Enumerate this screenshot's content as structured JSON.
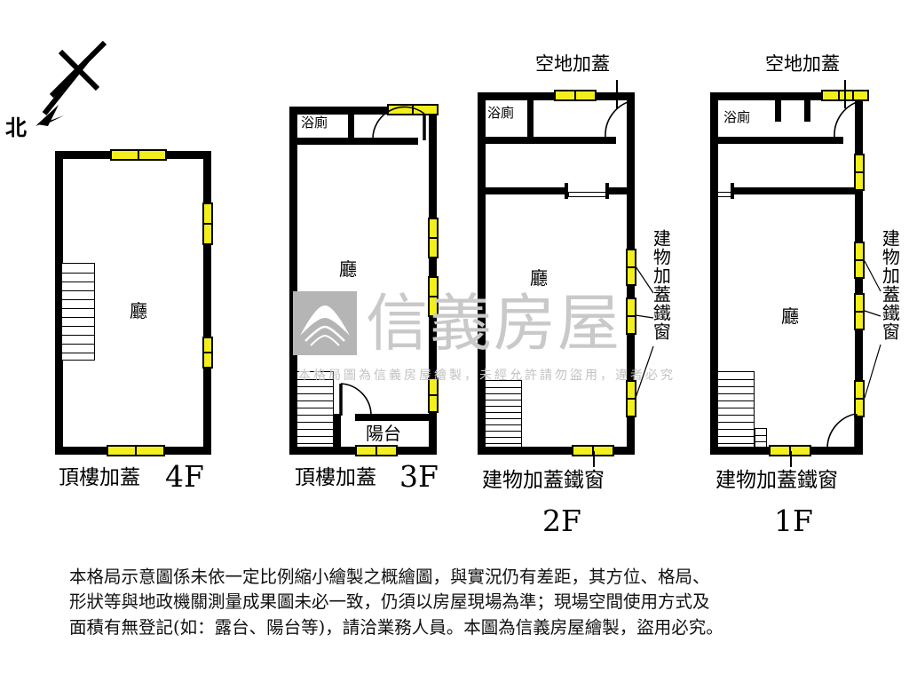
{
  "compass": {
    "north_label": "北",
    "icon": "north-arrow-icon"
  },
  "watermark": {
    "brand": "信義房屋",
    "logo": "sinyi-logo-icon",
    "notice": "本格局圖為信義房屋繪製，未經允許請勿盜用，違者必究"
  },
  "colors": {
    "wall": "#000000",
    "window": "#f2ef1c",
    "background": "#ffffff",
    "watermark": "#c9c9c9"
  },
  "floors": [
    {
      "id": "4f",
      "floor_number": "4F",
      "floor_name": "頂樓加蓋",
      "rooms": [
        {
          "name": "廳"
        }
      ],
      "annotations": [],
      "side_annotation": null
    },
    {
      "id": "3f",
      "floor_number": "3F",
      "floor_name": "頂樓加蓋",
      "rooms": [
        {
          "name": "浴廁"
        },
        {
          "name": "廳"
        },
        {
          "name": "陽台"
        }
      ],
      "annotations": [],
      "side_annotation": null
    },
    {
      "id": "2f",
      "floor_number": "2F",
      "floor_name": "建物加蓋鐵窗",
      "rooms": [
        {
          "name": "浴廁"
        },
        {
          "name": "廳"
        }
      ],
      "annotations": [
        {
          "text": "空地加蓋",
          "position": "top"
        }
      ],
      "side_annotation": "建物加蓋鐵窗"
    },
    {
      "id": "1f",
      "floor_number": "1F",
      "floor_name": "建物加蓋鐵窗",
      "rooms": [
        {
          "name": "浴廁"
        },
        {
          "name": "廳"
        }
      ],
      "annotations": [
        {
          "text": "空地加蓋",
          "position": "top"
        }
      ],
      "side_annotation": "建物加蓋鐵窗"
    }
  ],
  "disclaimer": {
    "line1": "本格局示意圖係未依一定比例縮小繪製之概繪圖，與實況仍有差距，其方位、格局、",
    "line2": "形狀等與地政機關測量成果圖未必一致，仍須以房屋現場為準；現場空間使用方式及",
    "line3": "面積有無登記(如：露台、陽台等)，請洽業務人員。本圖為信義房屋繪製，盜用必究。"
  }
}
